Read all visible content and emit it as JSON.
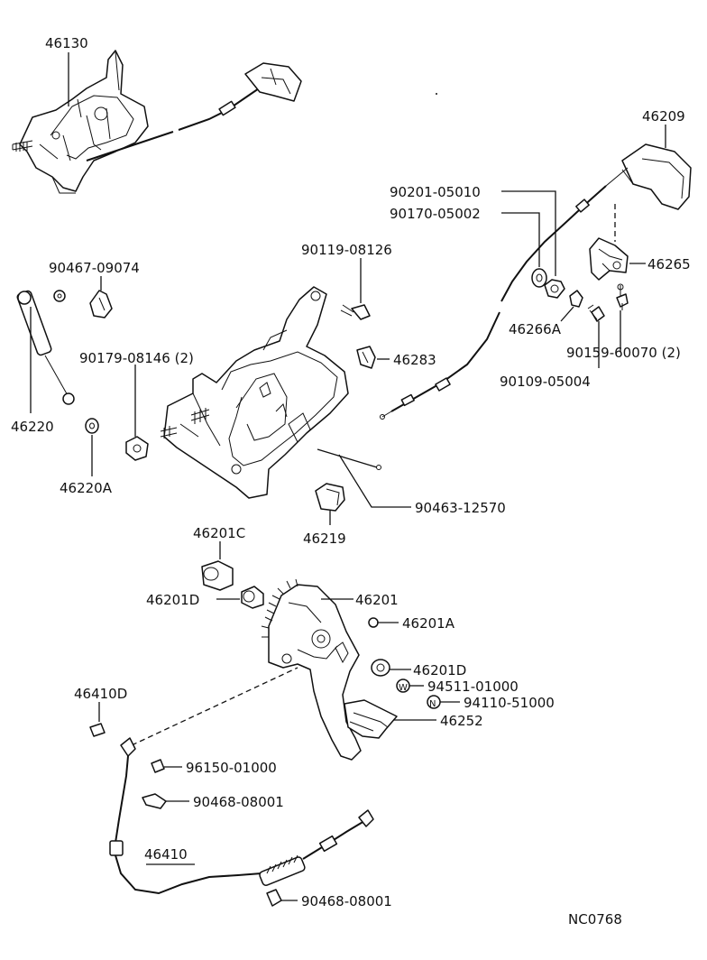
{
  "diagram_id": "NC0768",
  "labels": {
    "p46130": "46130",
    "p46209": "46209",
    "p90201_05010": "90201-05010",
    "p90170_05002": "90170-05002",
    "p90119_08126": "90119-08126",
    "p90467_09074": "90467-09074",
    "p46265": "46265",
    "p46266A": "46266A",
    "p90159_60070": "90159-60070 (2)",
    "p90179_08146": "90179-08146 (2)",
    "p46283": "46283",
    "p90109_05004": "90109-05004",
    "p46220": "46220",
    "p46220A": "46220A",
    "p90463_12570": "90463-12570",
    "p46219": "46219",
    "p46201C": "46201C",
    "p46201D_a": "46201D",
    "p46201": "46201",
    "p46201A": "46201A",
    "p46201D_b": "46201D",
    "p94511_01000": "94511-01000",
    "p94110_51000": "94110-51000",
    "p46252": "46252",
    "p46410D": "46410D",
    "p96150_01000": "96150-01000",
    "p90468_08001_a": "90468-08001",
    "p46410": "46410",
    "p90468_08001_b": "90468-08001"
  },
  "markers": {
    "washer": "W",
    "nut": "N"
  }
}
